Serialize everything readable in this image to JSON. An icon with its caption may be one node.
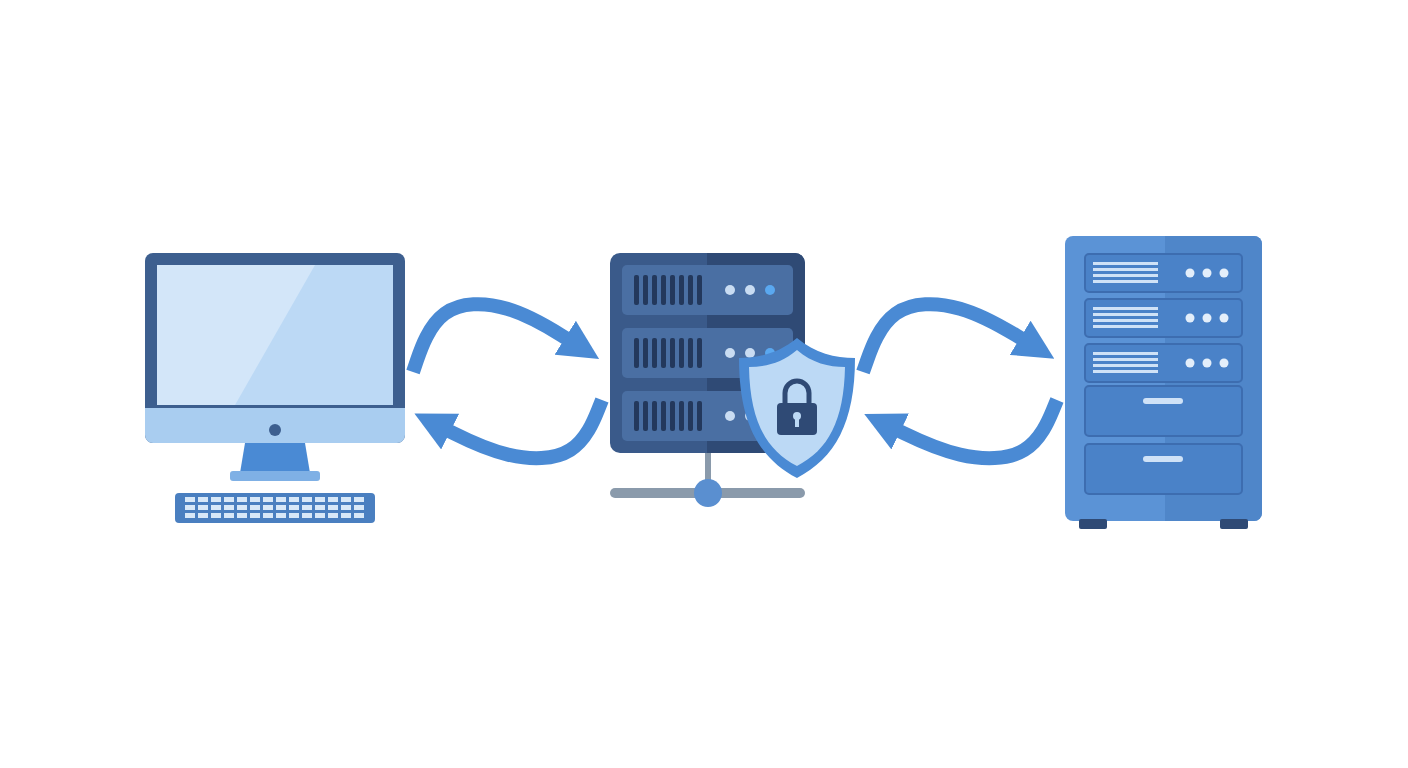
{
  "diagram": {
    "nodes": [
      {
        "text": [],
        "shape": "picture"
      },
      {
        "text": [],
        "shape": "picture"
      },
      {
        "text": [],
        "shape": "picture"
      }
    ],
    "edges": [
      {
        "from": 0,
        "to": 1,
        "arrow": "to"
      },
      {
        "from": 1,
        "to": 0,
        "arrow": "to"
      },
      {
        "from": 1,
        "to": 2,
        "arrow": "to"
      },
      {
        "from": 2,
        "to": 1,
        "arrow": "to"
      }
    ]
  }
}
